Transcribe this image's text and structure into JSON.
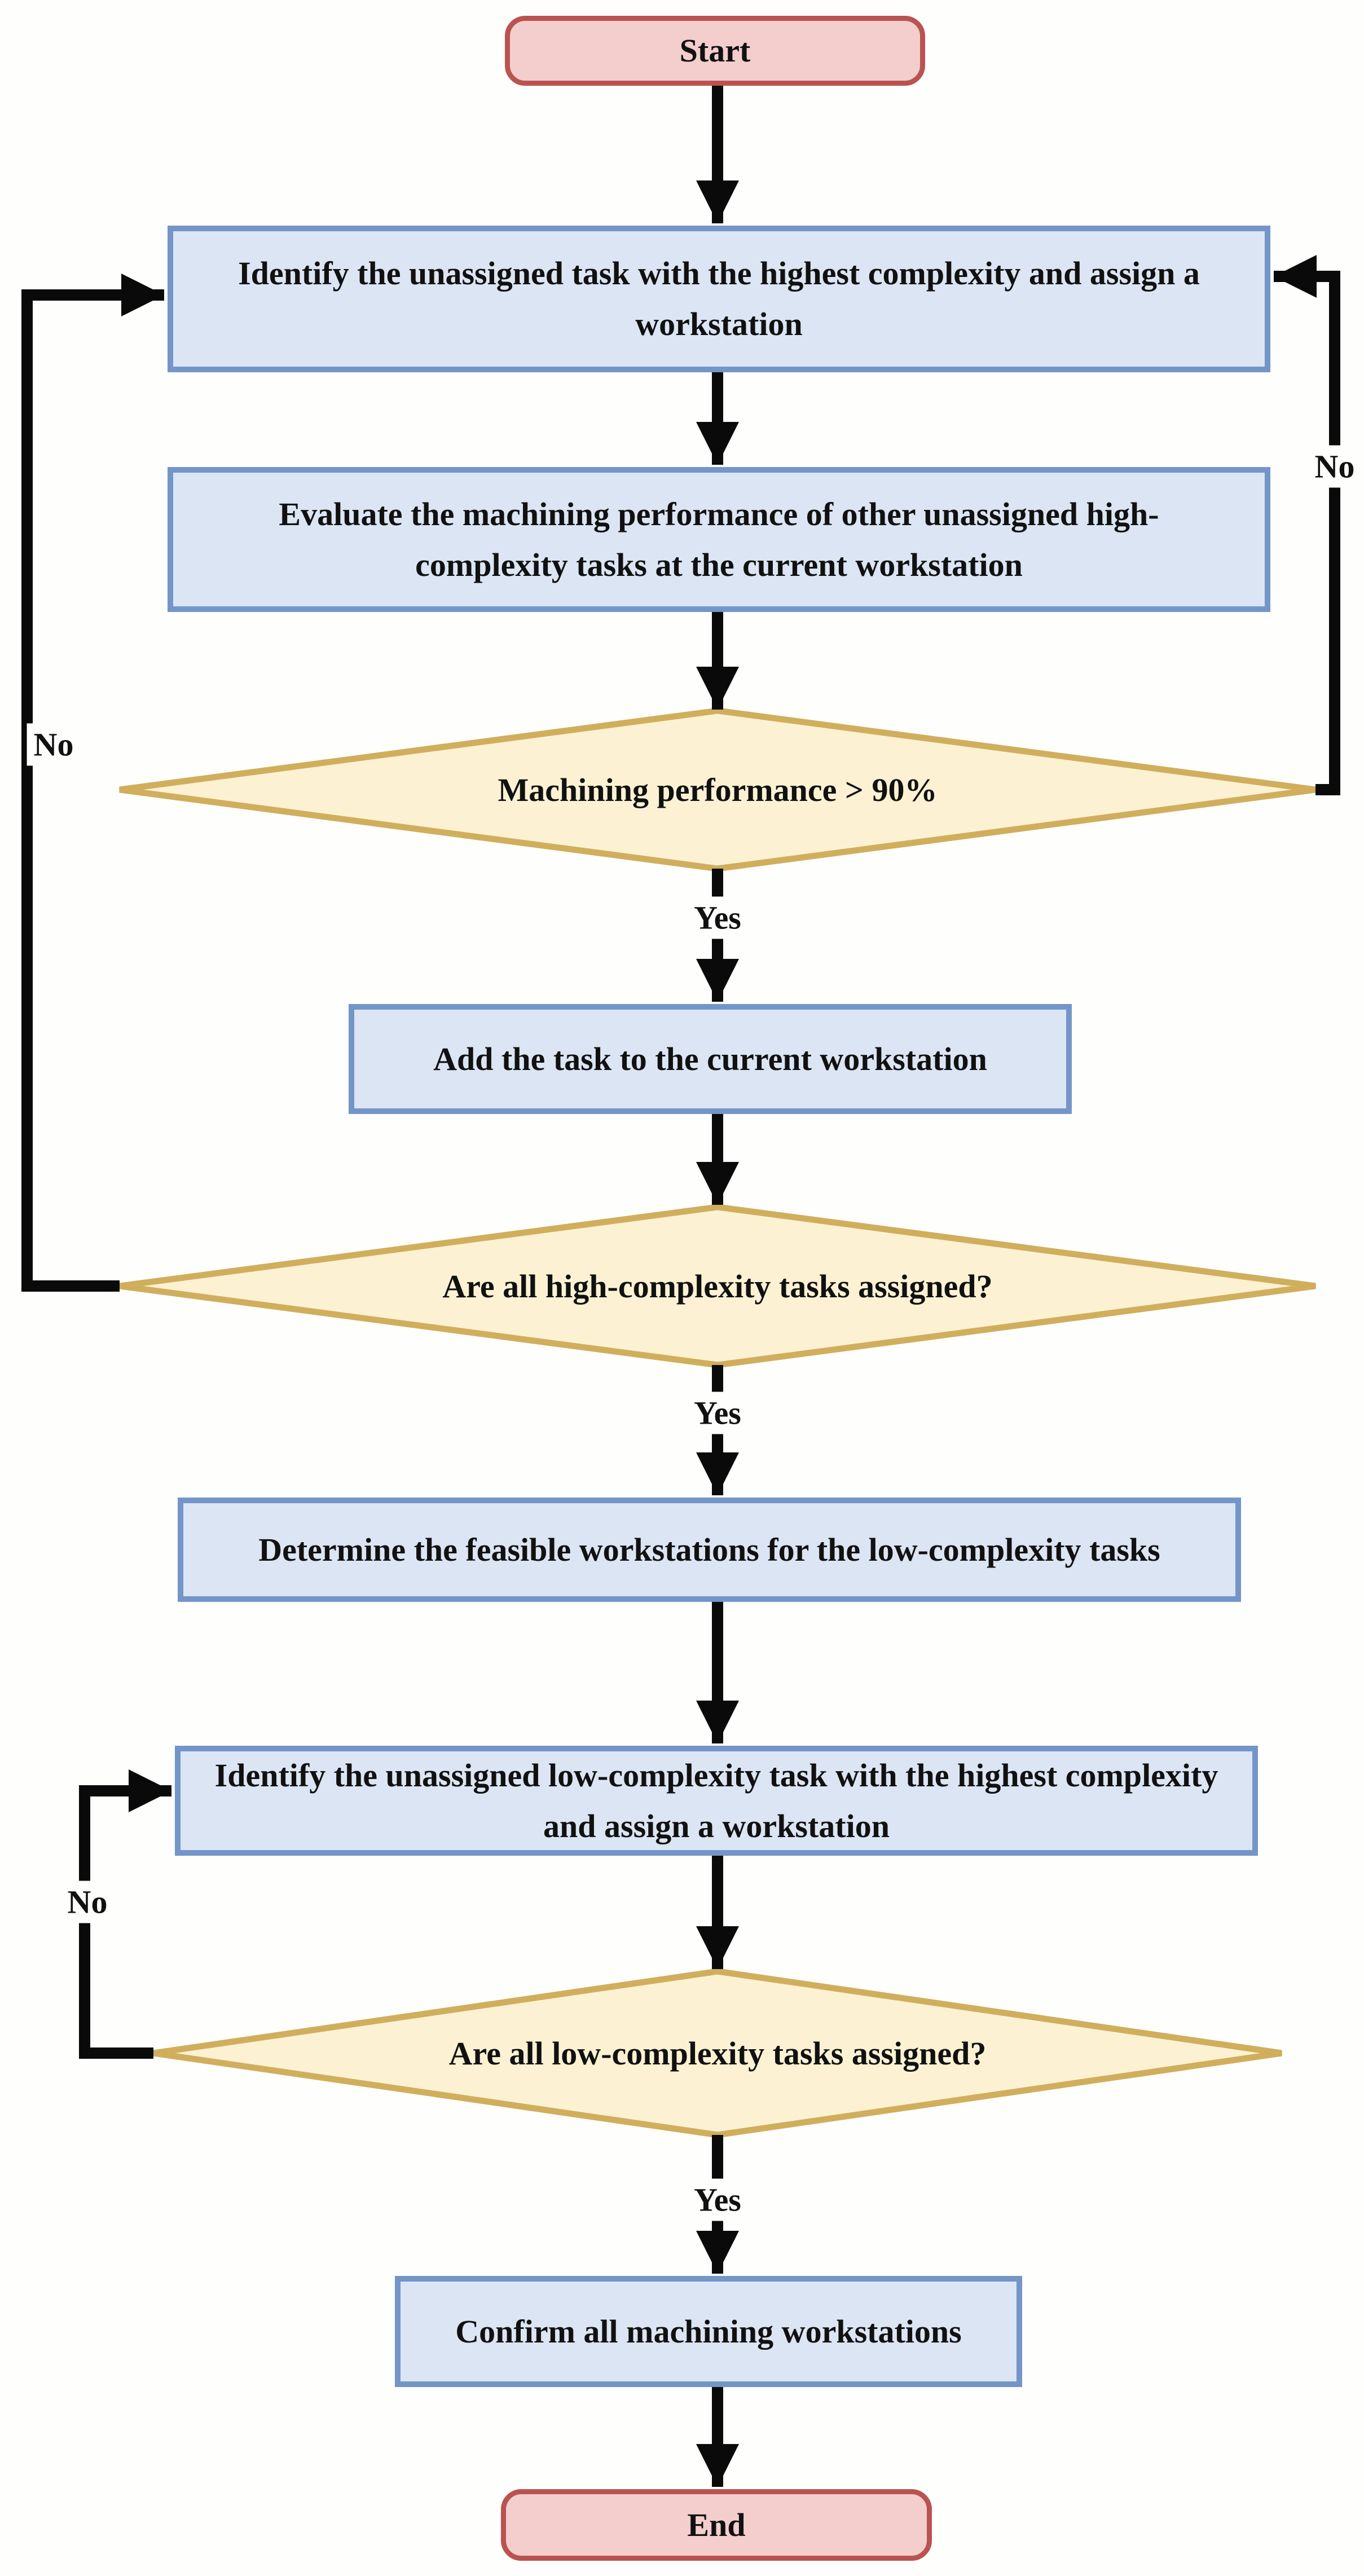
{
  "diagram": {
    "type": "flowchart",
    "nodes": [
      {
        "id": "start",
        "shape": "terminator",
        "label": "Start"
      },
      {
        "id": "identify-high-task",
        "shape": "process",
        "label": "Identify the unassigned task with the highest complexity and assign a workstation"
      },
      {
        "id": "evaluate-performance",
        "shape": "process",
        "label": "Evaluate the machining performance of other unassigned high-complexity tasks at the current workstation"
      },
      {
        "id": "performance-check",
        "shape": "decision",
        "label": "Machining performance > 90%"
      },
      {
        "id": "add-task",
        "shape": "process",
        "label": "Add the task to the current workstation"
      },
      {
        "id": "high-tasks-assigned-check",
        "shape": "decision",
        "label": "Are all high-complexity tasks assigned?"
      },
      {
        "id": "determine-feasible",
        "shape": "process",
        "label": "Determine the feasible workstations for the low-complexity tasks"
      },
      {
        "id": "identify-low-task",
        "shape": "process",
        "label": "Identify the unassigned low-complexity task with the highest complexity and assign a workstation"
      },
      {
        "id": "low-tasks-assigned-check",
        "shape": "decision",
        "label": "Are all low-complexity tasks assigned?"
      },
      {
        "id": "confirm-workstations",
        "shape": "process",
        "label": "Confirm all machining workstations"
      },
      {
        "id": "end",
        "shape": "terminator",
        "label": "End"
      }
    ],
    "edges": [
      {
        "from": "start",
        "to": "identify-high-task",
        "label": ""
      },
      {
        "from": "identify-high-task",
        "to": "evaluate-performance",
        "label": ""
      },
      {
        "from": "evaluate-performance",
        "to": "performance-check",
        "label": ""
      },
      {
        "from": "performance-check",
        "to": "add-task",
        "label": "Yes"
      },
      {
        "from": "performance-check",
        "to": "identify-high-task",
        "label": "No"
      },
      {
        "from": "add-task",
        "to": "high-tasks-assigned-check",
        "label": ""
      },
      {
        "from": "high-tasks-assigned-check",
        "to": "determine-feasible",
        "label": "Yes"
      },
      {
        "from": "high-tasks-assigned-check",
        "to": "identify-high-task",
        "label": "No"
      },
      {
        "from": "determine-feasible",
        "to": "identify-low-task",
        "label": ""
      },
      {
        "from": "identify-low-task",
        "to": "low-tasks-assigned-check",
        "label": ""
      },
      {
        "from": "low-tasks-assigned-check",
        "to": "confirm-workstations",
        "label": "Yes"
      },
      {
        "from": "low-tasks-assigned-check",
        "to": "identify-low-task",
        "label": "No"
      },
      {
        "from": "confirm-workstations",
        "to": "end",
        "label": ""
      }
    ],
    "colors": {
      "process_fill": "#dbe5f3",
      "process_border": "#7495c8",
      "terminator_fill": "#f3cecc",
      "terminator_border": "#ba5350",
      "decision_fill": "#fcf2d3",
      "decision_border": "#d0ae5c",
      "arrow": "#0a0a0a",
      "text": "#111111",
      "background": "#fefefc"
    }
  }
}
